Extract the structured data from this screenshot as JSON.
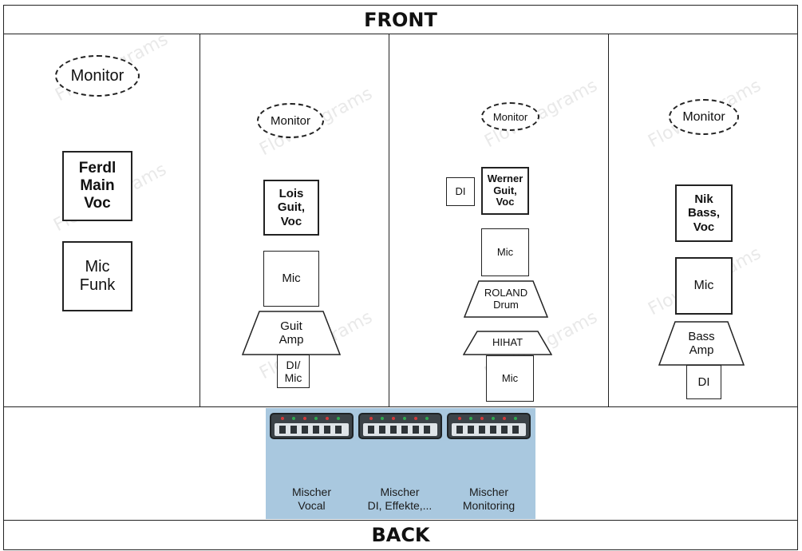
{
  "front_label": "FRONT",
  "back_label": "BACK",
  "watermark": "FlowDiagrams",
  "stage_left": {
    "monitor": "Monitor",
    "performer": "Ferdl\nMain\nVoc",
    "mic": "Mic\nFunk"
  },
  "lois": {
    "monitor": "Monitor",
    "performer": "Lois\nGuit,\nVoc",
    "mic": "Mic",
    "amp": "Guit\nAmp",
    "di": "DI/\nMic"
  },
  "werner": {
    "monitor": "Monitor",
    "di": "DI",
    "performer": "Werner\nGuit,\nVoc",
    "mic": "Mic",
    "drum": "ROLAND\nDrum",
    "hihat": "HIHAT",
    "hihat_mic": "Mic"
  },
  "nik": {
    "monitor": "Monitor",
    "performer": "Nik\nBass,\nVoc",
    "mic": "Mic",
    "amp": "Bass\nAmp",
    "di": "DI"
  },
  "mixers": [
    {
      "label": "Mischer\nVocal"
    },
    {
      "label": "Mischer\nDI, Effekte,..."
    },
    {
      "label": "Mischer\nMonitoring"
    }
  ],
  "colors": {
    "mixer_panel": "#a9c8df",
    "mixer_body": "#3c4348",
    "led_red": "#d23a3a",
    "led_green": "#2fa84f"
  }
}
